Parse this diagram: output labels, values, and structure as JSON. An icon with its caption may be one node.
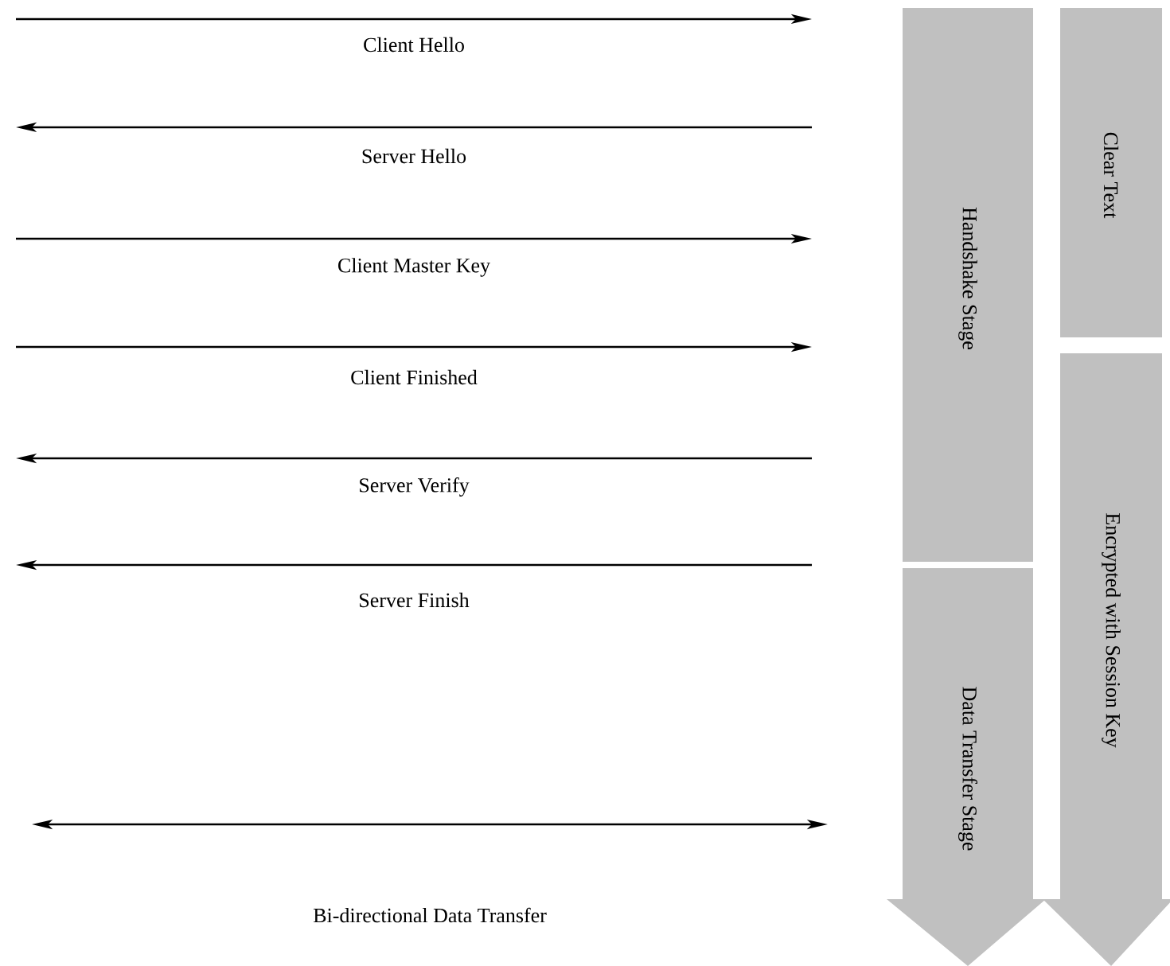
{
  "diagram": {
    "nodes": [
      {
        "text": [
          "Handshake Stage"
        ]
      },
      {
        "text": [
          "Data Transfer Stage"
        ]
      },
      {
        "text": [
          "Clear Text"
        ]
      },
      {
        "text": [
          "Encrypted with Session Key"
        ]
      }
    ],
    "labels": [
      "Client Hello",
      "Server Hello",
      "Client Master Key",
      "Client Finished",
      "Server Verify",
      "Server Finish",
      "Bi-directional Data Transfer"
    ]
  }
}
